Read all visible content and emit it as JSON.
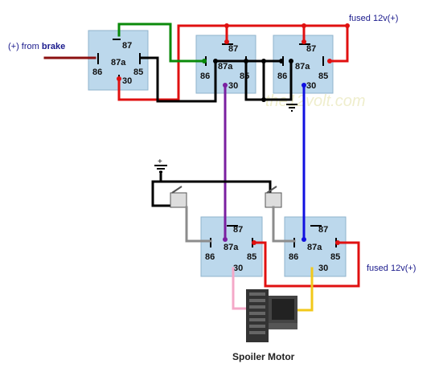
{
  "labels": {
    "from_brake_prefix": "(+) from ",
    "from_brake_word": "brake",
    "fused_top": "fused 12v(+)",
    "fused_bottom": "fused 12v(+)",
    "motor": "Spoiler Motor",
    "watermark": "the12volt.com"
  },
  "relays": [
    {
      "id": "relay-1",
      "t87": "87",
      "t87a": "87a",
      "t86": "86",
      "t85": "85",
      "t30": "30"
    },
    {
      "id": "relay-2",
      "t87": "87",
      "t87a": "87a",
      "t86": "86",
      "t85": "85",
      "t30": "30"
    },
    {
      "id": "relay-3",
      "t87": "87",
      "t87a": "87a",
      "t86": "86",
      "t85": "85",
      "t30": "30"
    },
    {
      "id": "relay-4",
      "t87": "87",
      "t87a": "87a",
      "t86": "86",
      "t85": "85",
      "t30": "30"
    },
    {
      "id": "relay-5",
      "t87": "87",
      "t87a": "87a",
      "t86": "86",
      "t85": "85",
      "t30": "30"
    }
  ],
  "colors": {
    "red": "#e01010",
    "black": "#000000",
    "green": "#0a8a0a",
    "purple": "#7a1fa0",
    "blue": "#1010e0",
    "gray": "#8c8c8c",
    "pink": "#f4a8c8",
    "yellow": "#f2c81a",
    "darkred": "#8b1010",
    "relay_fill": "#bcd8ec"
  }
}
